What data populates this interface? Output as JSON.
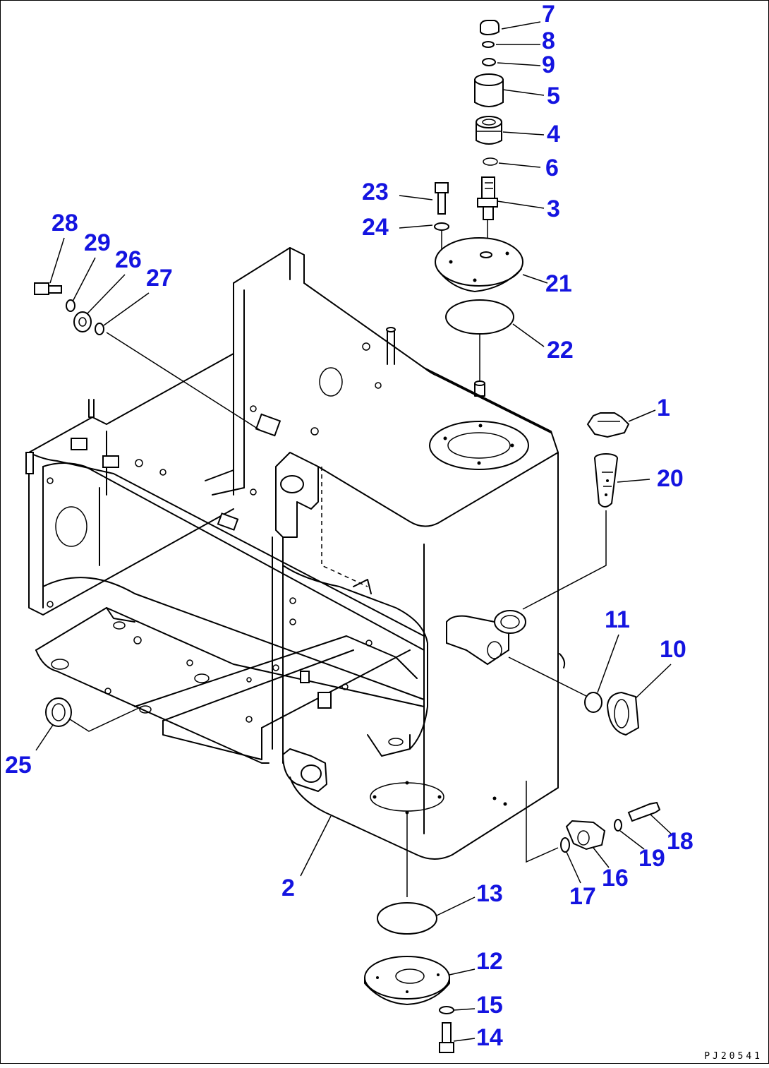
{
  "diagram": {
    "drawing_code": "PJ20541",
    "callouts": [
      {
        "id": "7",
        "label": "7"
      },
      {
        "id": "8",
        "label": "8"
      },
      {
        "id": "9",
        "label": "9"
      },
      {
        "id": "5",
        "label": "5"
      },
      {
        "id": "4",
        "label": "4"
      },
      {
        "id": "6",
        "label": "6"
      },
      {
        "id": "23",
        "label": "23"
      },
      {
        "id": "3",
        "label": "3"
      },
      {
        "id": "24",
        "label": "24"
      },
      {
        "id": "28",
        "label": "28"
      },
      {
        "id": "29",
        "label": "29"
      },
      {
        "id": "26",
        "label": "26"
      },
      {
        "id": "27",
        "label": "27"
      },
      {
        "id": "21",
        "label": "21"
      },
      {
        "id": "22",
        "label": "22"
      },
      {
        "id": "1",
        "label": "1"
      },
      {
        "id": "20",
        "label": "20"
      },
      {
        "id": "11",
        "label": "11"
      },
      {
        "id": "10",
        "label": "10"
      },
      {
        "id": "25",
        "label": "25"
      },
      {
        "id": "18",
        "label": "18"
      },
      {
        "id": "19",
        "label": "19"
      },
      {
        "id": "16",
        "label": "16"
      },
      {
        "id": "2",
        "label": "2"
      },
      {
        "id": "17",
        "label": "17"
      },
      {
        "id": "13",
        "label": "13"
      },
      {
        "id": "12",
        "label": "12"
      },
      {
        "id": "15",
        "label": "15"
      },
      {
        "id": "14",
        "label": "14"
      }
    ]
  }
}
